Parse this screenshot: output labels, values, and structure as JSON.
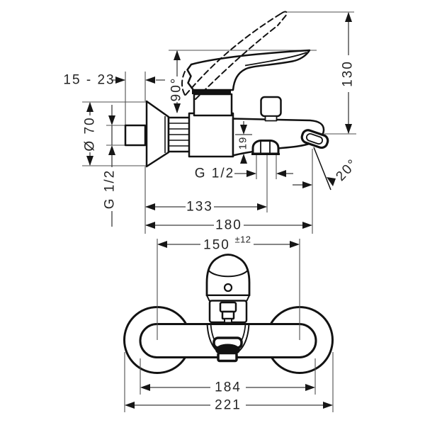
{
  "drawing": {
    "type": "faucet installation dimension drawing",
    "views": [
      "side",
      "front"
    ]
  },
  "dimensions": {
    "projection_range": "15 - 23",
    "flange_diameter": "Ø 70",
    "inlet_thread": "G 1/2",
    "lever_swing_angle": "90°",
    "height_above_spout": "130",
    "outlet_offset": "19",
    "outlet_thread": "G 1/2",
    "spray_angle": "20°",
    "wall_to_outlet": "133",
    "spout_reach": "180",
    "pipe_centers": "150",
    "pipe_centers_tolerance": "±12",
    "body_width": "184",
    "overall_width": "221"
  }
}
